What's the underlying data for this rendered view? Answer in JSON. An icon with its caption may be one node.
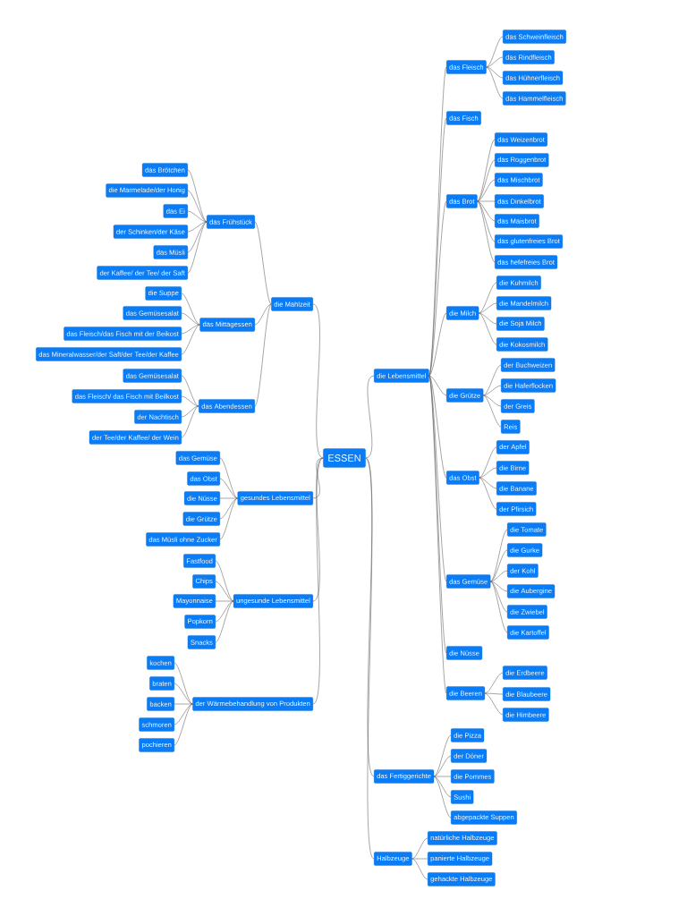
{
  "diagram": {
    "nodes": [
      {
        "text": [
          "ESSEN"
        ]
      },
      {
        "text": [
          "die Mahlzeit"
        ]
      },
      {
        "text": [
          "das Frühstück"
        ]
      },
      {
        "text": [
          "das Brötchen"
        ]
      },
      {
        "text": [
          "die Marmelade/der Honig"
        ]
      },
      {
        "text": [
          "das Ei"
        ]
      },
      {
        "text": [
          "der Schinken/der Käse"
        ]
      },
      {
        "text": [
          "das Müsli"
        ]
      },
      {
        "text": [
          "der Kaffee/ der Tee/ der Saft"
        ]
      },
      {
        "text": [
          "das Mittagessen"
        ]
      },
      {
        "text": [
          "die Suppe"
        ]
      },
      {
        "text": [
          "das Gemüsesalat"
        ]
      },
      {
        "text": [
          "das Fleisch/das Fisch mit der Beikost"
        ]
      },
      {
        "text": [
          "das Mineralwasser/der Saft/der Tee/der Kaffee"
        ]
      },
      {
        "text": [
          "das Abendessen"
        ]
      },
      {
        "text": [
          "das Gemüsesalat"
        ]
      },
      {
        "text": [
          "das Fleisch/ das Fisch mit Beilkost"
        ]
      },
      {
        "text": [
          "der Nachtisch"
        ]
      },
      {
        "text": [
          "der Tee/der Kaffee/ der Wein"
        ]
      },
      {
        "text": [
          "gesundes Lebensmittel"
        ]
      },
      {
        "text": [
          "das Gemüse"
        ]
      },
      {
        "text": [
          "das Obst"
        ]
      },
      {
        "text": [
          "die Nüsse"
        ]
      },
      {
        "text": [
          "die Grütze"
        ]
      },
      {
        "text": [
          "das Müsli ohne Zucker"
        ]
      },
      {
        "text": [
          "ungesunde Lebensmittel"
        ]
      },
      {
        "text": [
          "Fastfood"
        ]
      },
      {
        "text": [
          "Chips"
        ]
      },
      {
        "text": [
          "Mayonnaise"
        ]
      },
      {
        "text": [
          "Popkorn"
        ]
      },
      {
        "text": [
          "Snacks"
        ]
      },
      {
        "text": [
          "der Wärmebehandlung von Produkten"
        ]
      },
      {
        "text": [
          "kochen"
        ]
      },
      {
        "text": [
          "braten"
        ]
      },
      {
        "text": [
          "backen"
        ]
      },
      {
        "text": [
          "schmoren"
        ]
      },
      {
        "text": [
          "pochieren"
        ]
      },
      {
        "text": [
          "die Lebensmittel"
        ]
      },
      {
        "text": [
          "das Fleisch"
        ]
      },
      {
        "text": [
          "das Schweinfleisch"
        ]
      },
      {
        "text": [
          "das Rindfleisch"
        ]
      },
      {
        "text": [
          "das Hühnerfleisch"
        ]
      },
      {
        "text": [
          "das Hammelfleisch"
        ]
      },
      {
        "text": [
          "das Fisch"
        ]
      },
      {
        "text": [
          "das Brot"
        ]
      },
      {
        "text": [
          "das Weizenbrot"
        ]
      },
      {
        "text": [
          "das Roggenbrot"
        ]
      },
      {
        "text": [
          "das Mischbrot"
        ]
      },
      {
        "text": [
          "das Dinkelbrot"
        ]
      },
      {
        "text": [
          "das Maisbrot"
        ]
      },
      {
        "text": [
          "das glutenfreies Brot"
        ]
      },
      {
        "text": [
          "das hefefreies Brot"
        ]
      },
      {
        "text": [
          "die Milch"
        ]
      },
      {
        "text": [
          "die Kuhmilch"
        ]
      },
      {
        "text": [
          "die Mandelmilch"
        ]
      },
      {
        "text": [
          "die Soja Milch"
        ]
      },
      {
        "text": [
          "die Kokosmilch"
        ]
      },
      {
        "text": [
          "die Grütze"
        ]
      },
      {
        "text": [
          "der Buchweizen"
        ]
      },
      {
        "text": [
          "die Haferflocken"
        ]
      },
      {
        "text": [
          "der Greis"
        ]
      },
      {
        "text": [
          "Reis"
        ]
      },
      {
        "text": [
          "das Obst"
        ]
      },
      {
        "text": [
          "der Apfel"
        ]
      },
      {
        "text": [
          "die Birne"
        ]
      },
      {
        "text": [
          "die Banane"
        ]
      },
      {
        "text": [
          "der Pfirsich"
        ]
      },
      {
        "text": [
          "das Gemüse"
        ]
      },
      {
        "text": [
          "die Tomate"
        ]
      },
      {
        "text": [
          "die Gurke"
        ]
      },
      {
        "text": [
          "der Kohl"
        ]
      },
      {
        "text": [
          "die Aubergine"
        ]
      },
      {
        "text": [
          "die Zwiebel"
        ]
      },
      {
        "text": [
          "die Kartoffel"
        ]
      },
      {
        "text": [
          "die Nüsse"
        ]
      },
      {
        "text": [
          "die Beeren"
        ]
      },
      {
        "text": [
          "die Erdbeere"
        ]
      },
      {
        "text": [
          "die Blaubeere"
        ]
      },
      {
        "text": [
          "die Himbeere"
        ]
      },
      {
        "text": [
          "das Fertiggerichte"
        ]
      },
      {
        "text": [
          "die Pizza"
        ]
      },
      {
        "text": [
          "der Döner"
        ]
      },
      {
        "text": [
          "die Pommes"
        ]
      },
      {
        "text": [
          "Sushi"
        ]
      },
      {
        "text": [
          "abgepackte Suppen"
        ]
      },
      {
        "text": [
          "Halbzeuge"
        ]
      },
      {
        "text": [
          "natürliche Halbzeuge"
        ]
      },
      {
        "text": [
          "panierte Halbzeuge"
        ]
      },
      {
        "text": [
          "gehackte Halbzeuge"
        ]
      }
    ],
    "edges": [
      {
        "from": 0,
        "to": 1,
        "arrow": "none"
      },
      {
        "from": 1,
        "to": 2,
        "arrow": "none"
      },
      {
        "from": 2,
        "to": 3,
        "arrow": "none"
      },
      {
        "from": 2,
        "to": 4,
        "arrow": "none"
      },
      {
        "from": 2,
        "to": 5,
        "arrow": "none"
      },
      {
        "from": 2,
        "to": 6,
        "arrow": "none"
      },
      {
        "from": 2,
        "to": 7,
        "arrow": "none"
      },
      {
        "from": 2,
        "to": 8,
        "arrow": "none"
      },
      {
        "from": 1,
        "to": 9,
        "arrow": "none"
      },
      {
        "from": 9,
        "to": 10,
        "arrow": "none"
      },
      {
        "from": 9,
        "to": 11,
        "arrow": "none"
      },
      {
        "from": 9,
        "to": 12,
        "arrow": "none"
      },
      {
        "from": 9,
        "to": 13,
        "arrow": "none"
      },
      {
        "from": 1,
        "to": 14,
        "arrow": "none"
      },
      {
        "from": 14,
        "to": 15,
        "arrow": "none"
      },
      {
        "from": 14,
        "to": 16,
        "arrow": "none"
      },
      {
        "from": 14,
        "to": 17,
        "arrow": "none"
      },
      {
        "from": 14,
        "to": 18,
        "arrow": "none"
      },
      {
        "from": 0,
        "to": 19,
        "arrow": "none"
      },
      {
        "from": 19,
        "to": 20,
        "arrow": "none"
      },
      {
        "from": 19,
        "to": 21,
        "arrow": "none"
      },
      {
        "from": 19,
        "to": 22,
        "arrow": "none"
      },
      {
        "from": 19,
        "to": 23,
        "arrow": "none"
      },
      {
        "from": 19,
        "to": 24,
        "arrow": "none"
      },
      {
        "from": 0,
        "to": 25,
        "arrow": "none"
      },
      {
        "from": 25,
        "to": 26,
        "arrow": "none"
      },
      {
        "from": 25,
        "to": 27,
        "arrow": "none"
      },
      {
        "from": 25,
        "to": 28,
        "arrow": "none"
      },
      {
        "from": 25,
        "to": 29,
        "arrow": "none"
      },
      {
        "from": 25,
        "to": 30,
        "arrow": "none"
      },
      {
        "from": 0,
        "to": 31,
        "arrow": "none"
      },
      {
        "from": 31,
        "to": 32,
        "arrow": "none"
      },
      {
        "from": 31,
        "to": 33,
        "arrow": "none"
      },
      {
        "from": 31,
        "to": 34,
        "arrow": "none"
      },
      {
        "from": 31,
        "to": 35,
        "arrow": "none"
      },
      {
        "from": 31,
        "to": 36,
        "arrow": "none"
      },
      {
        "from": 0,
        "to": 37,
        "arrow": "none"
      },
      {
        "from": 37,
        "to": 38,
        "arrow": "none"
      },
      {
        "from": 38,
        "to": 39,
        "arrow": "none"
      },
      {
        "from": 38,
        "to": 40,
        "arrow": "none"
      },
      {
        "from": 38,
        "to": 41,
        "arrow": "none"
      },
      {
        "from": 38,
        "to": 42,
        "arrow": "none"
      },
      {
        "from": 37,
        "to": 43,
        "arrow": "none"
      },
      {
        "from": 37,
        "to": 44,
        "arrow": "none"
      },
      {
        "from": 44,
        "to": 45,
        "arrow": "none"
      },
      {
        "from": 44,
        "to": 46,
        "arrow": "none"
      },
      {
        "from": 44,
        "to": 47,
        "arrow": "none"
      },
      {
        "from": 44,
        "to": 48,
        "arrow": "none"
      },
      {
        "from": 44,
        "to": 49,
        "arrow": "none"
      },
      {
        "from": 44,
        "to": 50,
        "arrow": "none"
      },
      {
        "from": 44,
        "to": 51,
        "arrow": "none"
      },
      {
        "from": 37,
        "to": 52,
        "arrow": "none"
      },
      {
        "from": 52,
        "to": 53,
        "arrow": "none"
      },
      {
        "from": 52,
        "to": 54,
        "arrow": "none"
      },
      {
        "from": 52,
        "to": 55,
        "arrow": "none"
      },
      {
        "from": 52,
        "to": 56,
        "arrow": "none"
      },
      {
        "from": 37,
        "to": 57,
        "arrow": "none"
      },
      {
        "from": 57,
        "to": 58,
        "arrow": "none"
      },
      {
        "from": 57,
        "to": 59,
        "arrow": "none"
      },
      {
        "from": 57,
        "to": 60,
        "arrow": "none"
      },
      {
        "from": 57,
        "to": 61,
        "arrow": "none"
      },
      {
        "from": 37,
        "to": 62,
        "arrow": "none"
      },
      {
        "from": 62,
        "to": 63,
        "arrow": "none"
      },
      {
        "from": 62,
        "to": 64,
        "arrow": "none"
      },
      {
        "from": 62,
        "to": 65,
        "arrow": "none"
      },
      {
        "from": 62,
        "to": 66,
        "arrow": "none"
      },
      {
        "from": 37,
        "to": 67,
        "arrow": "none"
      },
      {
        "from": 67,
        "to": 68,
        "arrow": "none"
      },
      {
        "from": 67,
        "to": 69,
        "arrow": "none"
      },
      {
        "from": 67,
        "to": 70,
        "arrow": "none"
      },
      {
        "from": 67,
        "to": 71,
        "arrow": "none"
      },
      {
        "from": 67,
        "to": 72,
        "arrow": "none"
      },
      {
        "from": 67,
        "to": 73,
        "arrow": "none"
      },
      {
        "from": 37,
        "to": 74,
        "arrow": "none"
      },
      {
        "from": 37,
        "to": 75,
        "arrow": "none"
      },
      {
        "from": 75,
        "to": 76,
        "arrow": "none"
      },
      {
        "from": 75,
        "to": 77,
        "arrow": "none"
      },
      {
        "from": 75,
        "to": 78,
        "arrow": "none"
      },
      {
        "from": 0,
        "to": 79,
        "arrow": "none"
      },
      {
        "from": 79,
        "to": 80,
        "arrow": "none"
      },
      {
        "from": 79,
        "to": 81,
        "arrow": "none"
      },
      {
        "from": 79,
        "to": 82,
        "arrow": "none"
      },
      {
        "from": 79,
        "to": 83,
        "arrow": "none"
      },
      {
        "from": 79,
        "to": 84,
        "arrow": "none"
      },
      {
        "from": 0,
        "to": 85,
        "arrow": "none"
      },
      {
        "from": 85,
        "to": 86,
        "arrow": "none"
      },
      {
        "from": 85,
        "to": 87,
        "arrow": "none"
      },
      {
        "from": 85,
        "to": 88,
        "arrow": "none"
      }
    ]
  }
}
